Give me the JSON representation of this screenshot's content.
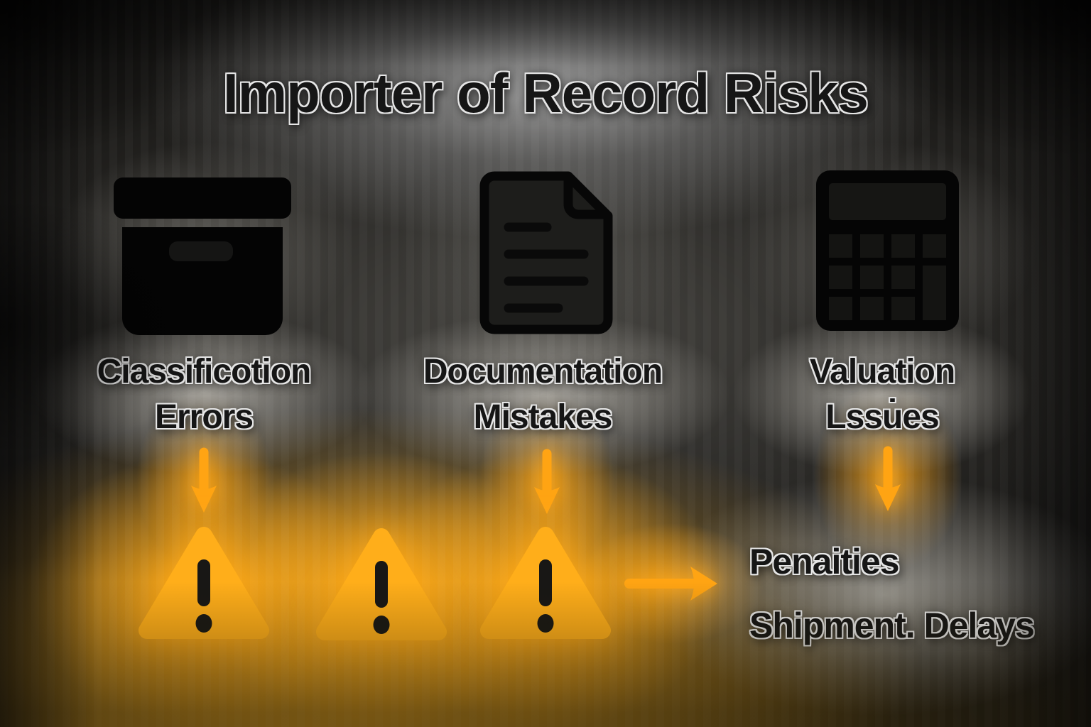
{
  "title": "Importer of Record Risks",
  "risks": [
    {
      "icon": "archive-box-icon",
      "label": "Ciassificotion\nErrors"
    },
    {
      "icon": "document-icon",
      "label": "Documentation\nMistakes"
    },
    {
      "icon": "calculator-icon",
      "label": "Valuation\nLssu̇es"
    }
  ],
  "warnings": {
    "icon": "warning-triangle-icon",
    "count": 3,
    "glyph": "!"
  },
  "outcomes": {
    "line1": "Penaities",
    "line2": "Shipment. Delays"
  },
  "colors": {
    "warning_orange": "#FFAE1A",
    "arrow_orange": "#FFA413",
    "icon_black": "#050505",
    "text_dark": "#161616",
    "text_outline": "#e6e6e6",
    "background_gray": "#8a8880",
    "background_amber": "#C98F1E"
  }
}
